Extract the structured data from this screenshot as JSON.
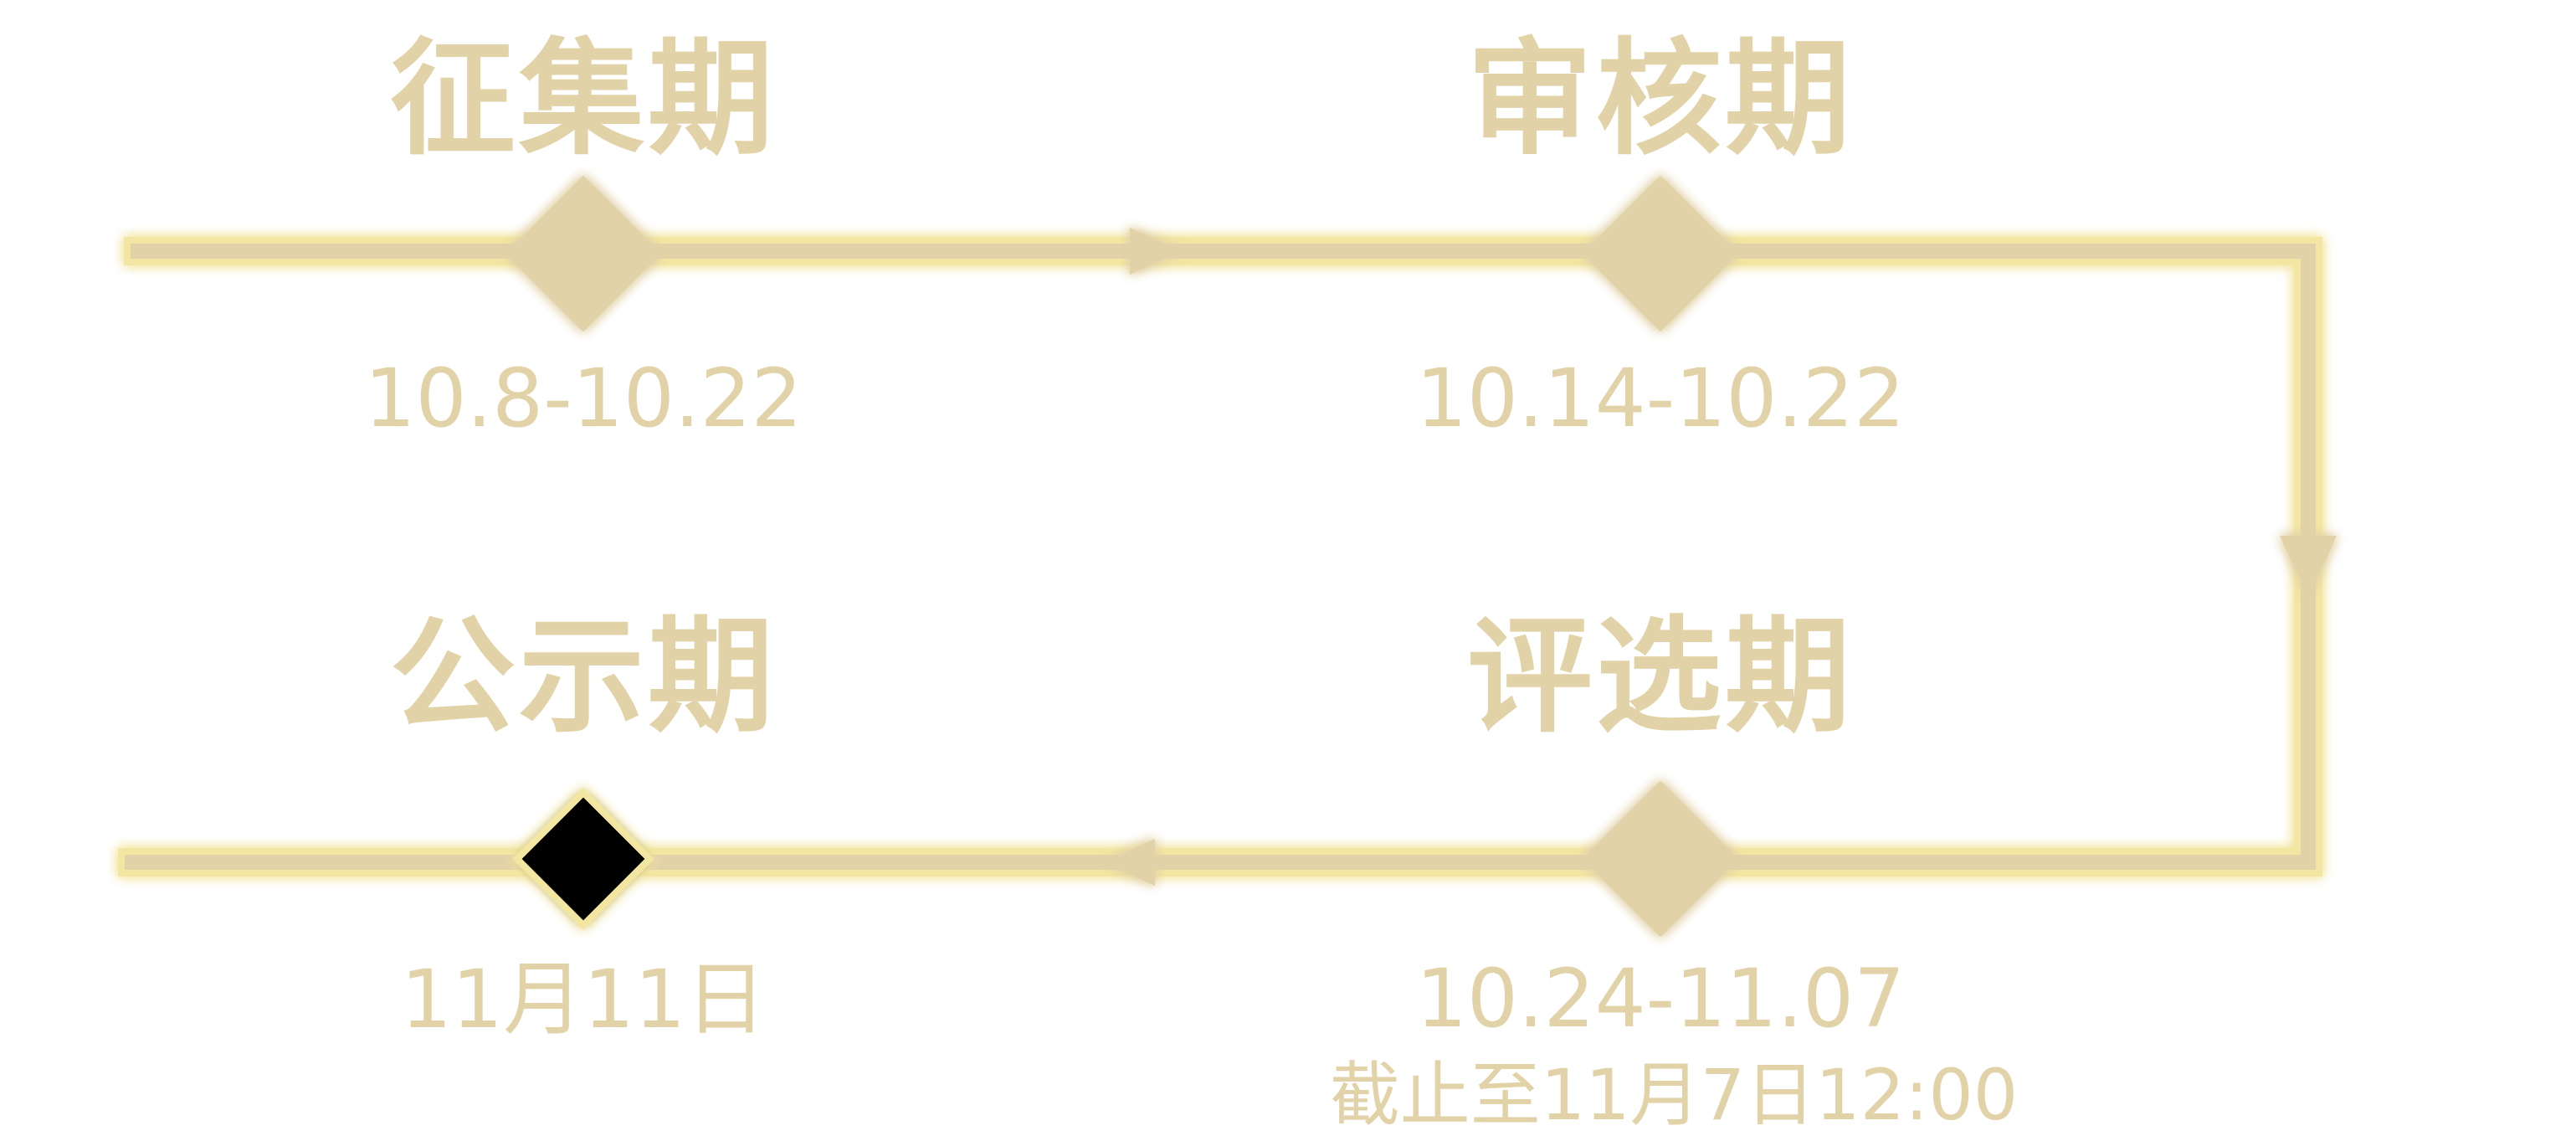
{
  "colors": {
    "gold": "#e2d2a8",
    "glow": "#f3e6a2",
    "current_marker": "#000000"
  },
  "stages": [
    {
      "title": "征集期",
      "date": "10.8-10.22",
      "note": "",
      "current": false
    },
    {
      "title": "审核期",
      "date": "10.14-10.22",
      "note": "",
      "current": false
    },
    {
      "title": "评选期",
      "date": "10.24-11.07",
      "note": "截止至11月7日12:00",
      "current": false
    },
    {
      "title": "公示期",
      "date": "11月11日",
      "note": "",
      "current": true
    }
  ]
}
